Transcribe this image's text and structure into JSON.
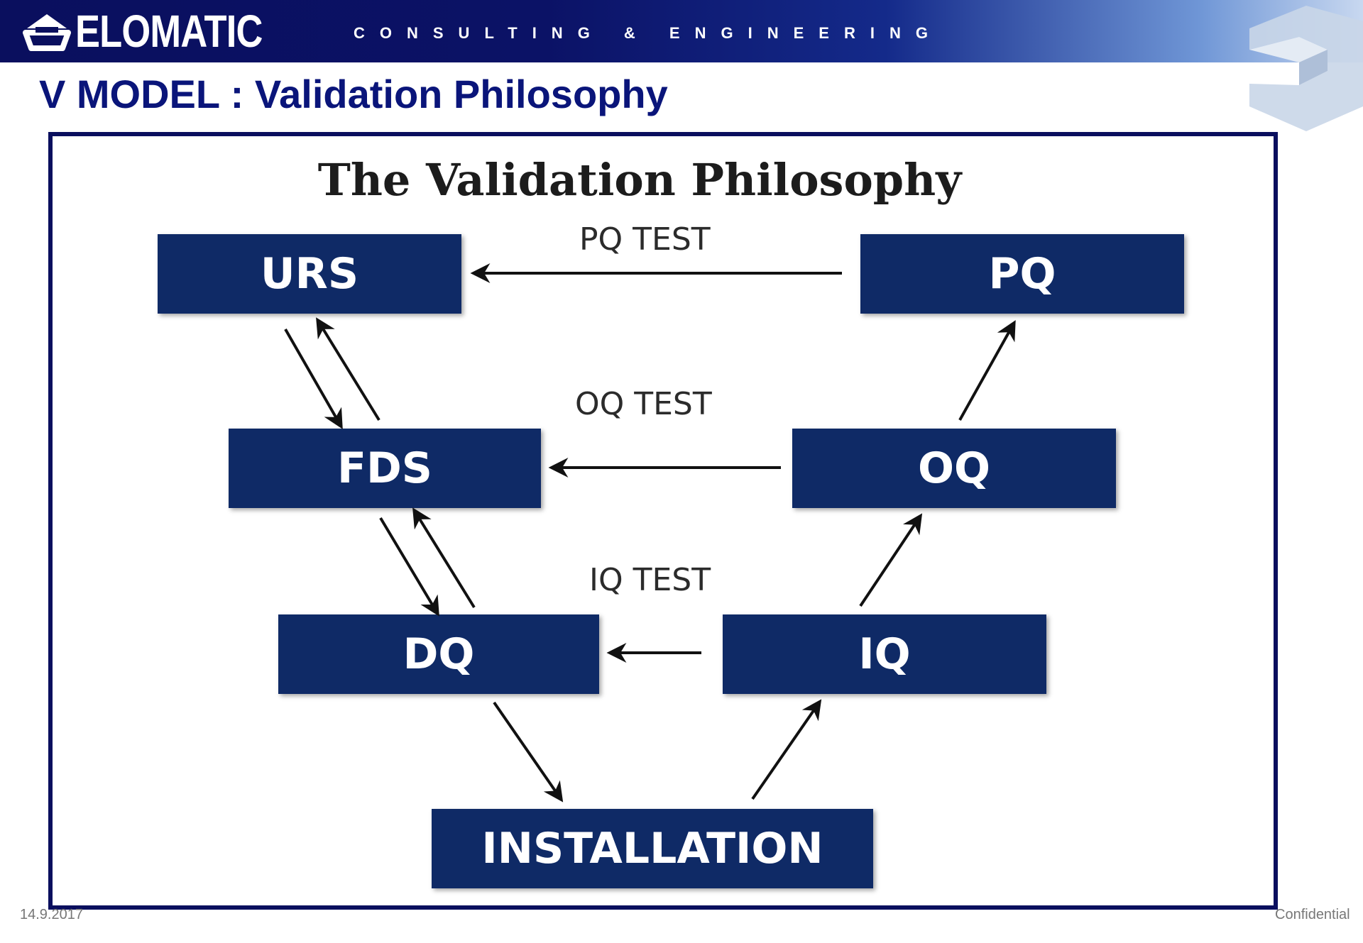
{
  "header": {
    "brand": "ELOMATIC",
    "tagline": "CONSULTING & ENGINEERING",
    "logo_icon": "elomatic-logo-icon",
    "emblem_icon": "corner-emblem-icon",
    "bar_color": "#0a0f5e"
  },
  "page": {
    "title": "V MODEL : Validation Philosophy"
  },
  "diagram": {
    "title": "The Validation Philosophy",
    "box_color": "#0f2a66",
    "boxes": {
      "urs": "URS",
      "fds": "FDS",
      "dq": "DQ",
      "installation": "INSTALLATION",
      "iq": "IQ",
      "oq": "OQ",
      "pq": "PQ"
    },
    "tests": {
      "pq": "PQ TEST",
      "oq": "OQ TEST",
      "iq": "IQ TEST"
    }
  },
  "footer": {
    "date": "14.9.2017",
    "confidential": "Confidential"
  }
}
